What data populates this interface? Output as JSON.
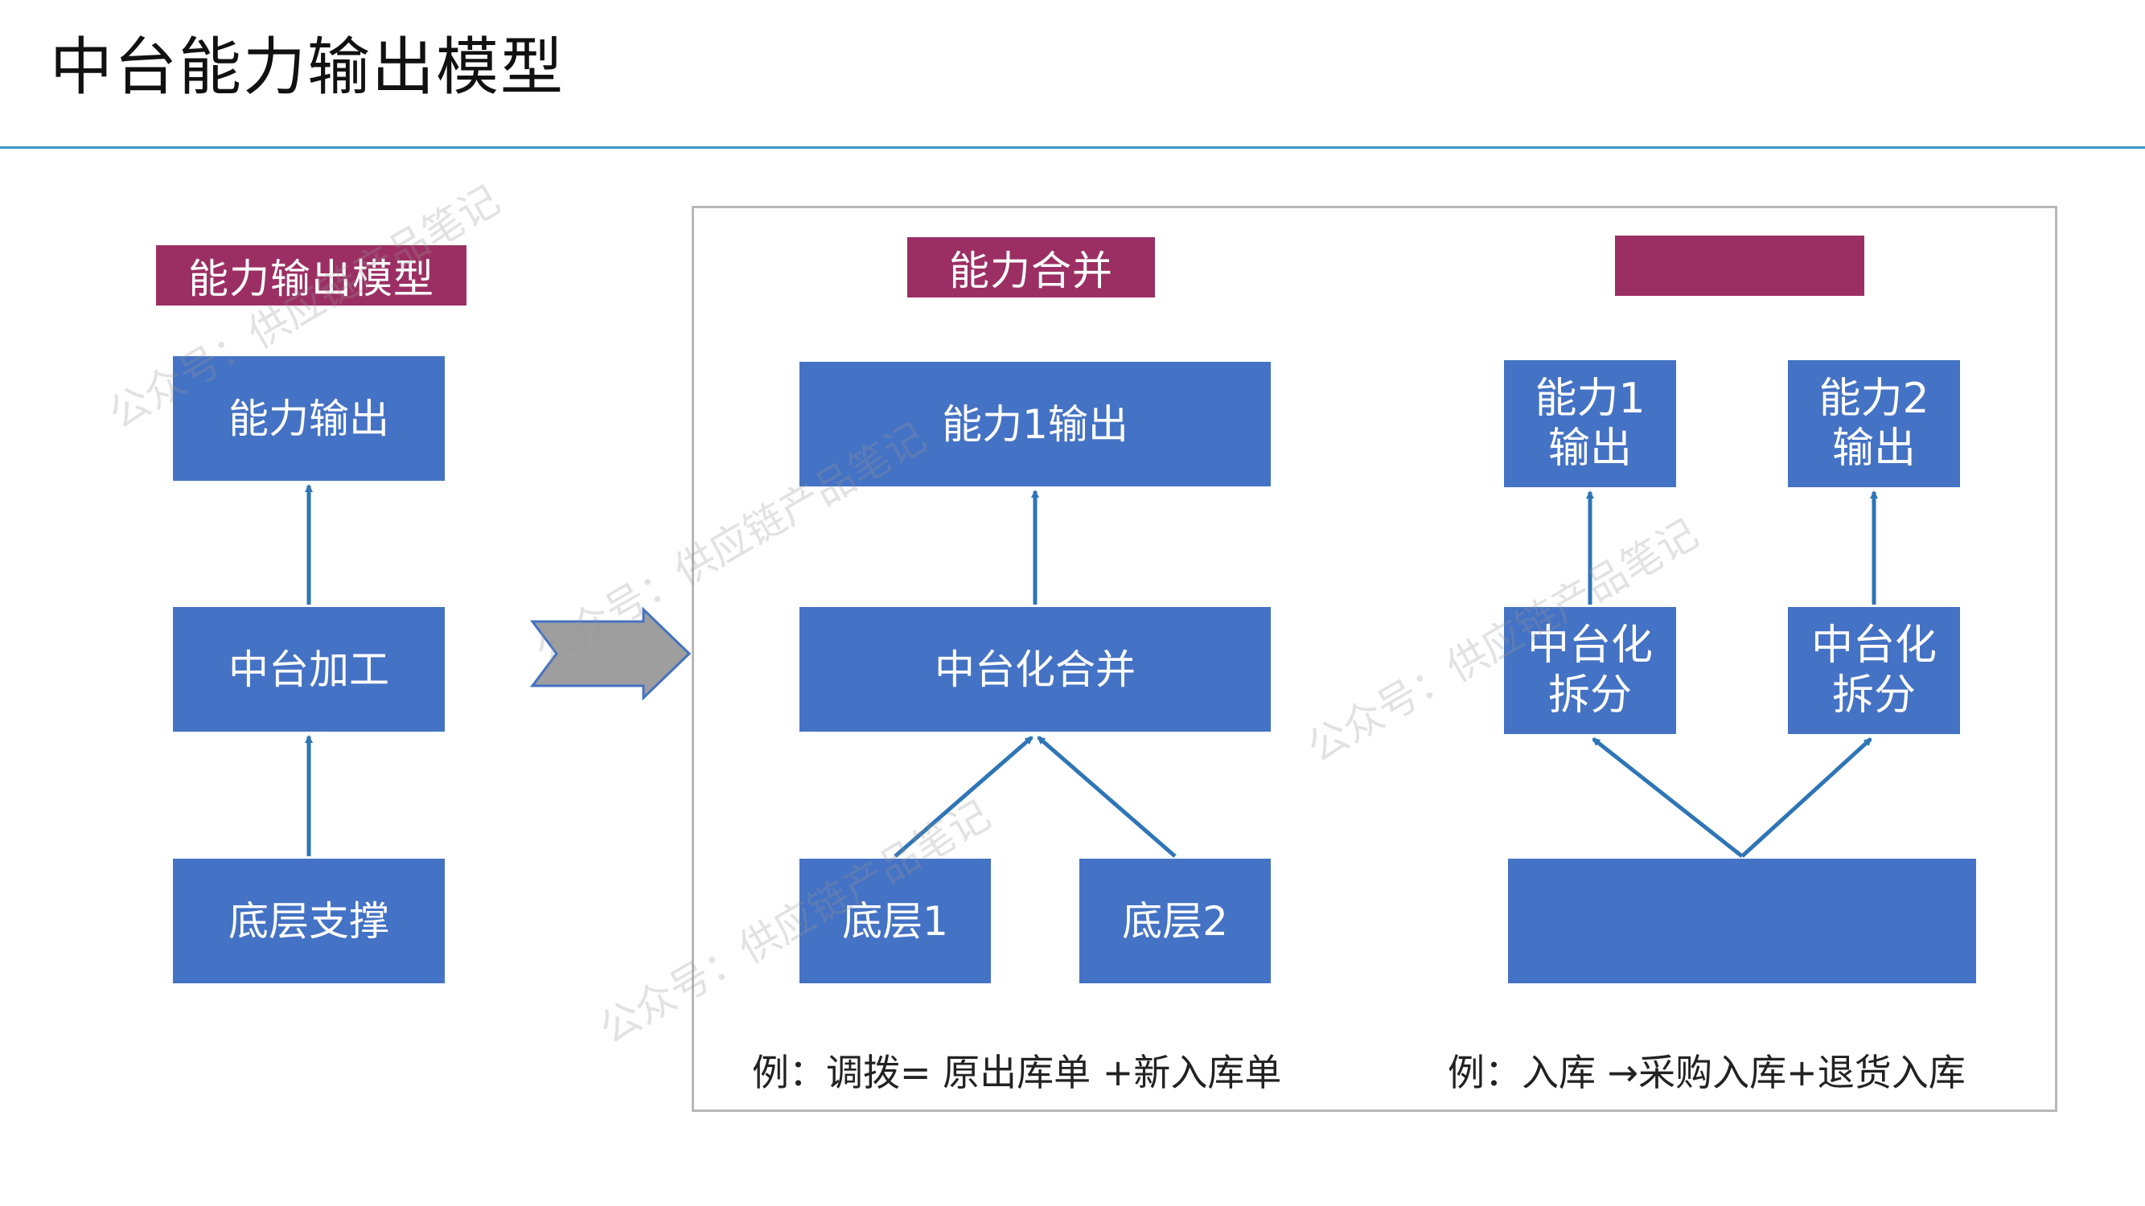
{
  "title": "中台能力输出模型",
  "left_panel": {
    "tag": "能力输出模型",
    "top": "能力输出",
    "middle": "中台加工",
    "bottom": "底层支撑"
  },
  "merge_panel": {
    "tag": "能力合并",
    "top": "能力1输出",
    "middle": "中台化合并",
    "bottom_left": "底层1",
    "bottom_right": "底层2",
    "note": "例：调拨= 原出库单 +新入库单"
  },
  "split_panel": {
    "tag": "",
    "top_left": "能力1 输出",
    "top_right": "能力2 输出",
    "mid_left": "中台化 拆分",
    "mid_right": "中台化 拆分",
    "bottom": "",
    "note": "例：入库 →采购入库+退货入库"
  },
  "watermark": "公众号：供应链产品笔记",
  "colors": {
    "box_blue": "#4472c4",
    "tag_magenta": "#9b2f63",
    "arrow_blue": "#2e75b6",
    "big_arrow_gray": "#9e9e9e",
    "title_rule": "#3a97c9"
  }
}
